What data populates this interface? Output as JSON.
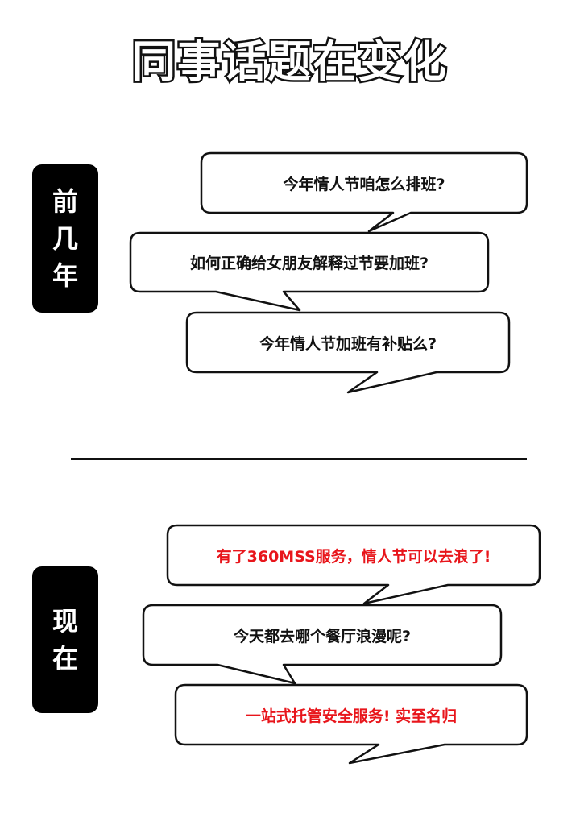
{
  "title": "同事话题在变化",
  "sections": {
    "before": {
      "tag_chars": [
        "前",
        "几",
        "年"
      ],
      "bubbles": [
        {
          "text": "今年情人节咱怎么排班?",
          "color": "#111111"
        },
        {
          "text": "如何正确给女朋友解释过节要加班?",
          "color": "#111111"
        },
        {
          "text": "今年情人节加班有补贴么?",
          "color": "#111111"
        }
      ]
    },
    "now": {
      "tag_chars": [
        "现",
        "在"
      ],
      "bubbles": [
        {
          "text": "有了360MSS服务，情人节可以去浪了!",
          "color": "#e8151b"
        },
        {
          "text": "今天都去哪个餐厅浪漫呢?",
          "color": "#111111"
        },
        {
          "text": "一站式托管安全服务! 实至名归",
          "color": "#e8151b"
        }
      ]
    }
  }
}
